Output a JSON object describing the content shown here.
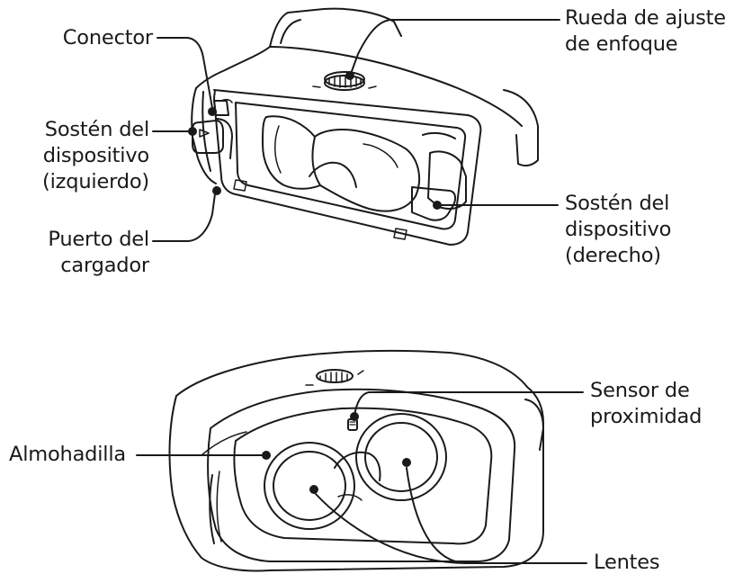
{
  "labels": {
    "connector": [
      "Conector"
    ],
    "focus_wheel": [
      "Rueda de ajuste",
      "de enfoque"
    ],
    "holder_left": [
      "Sostén del",
      "dispositivo",
      "(izquierdo)"
    ],
    "holder_right": [
      "Sostén del",
      "dispositivo",
      "(derecho)"
    ],
    "charger_port": [
      "Puerto del",
      "cargador"
    ],
    "proximity_sensor": [
      "Sensor de",
      "proximidad"
    ],
    "cushion": [
      "Almohadilla"
    ],
    "lenses": [
      "Lentes"
    ]
  }
}
